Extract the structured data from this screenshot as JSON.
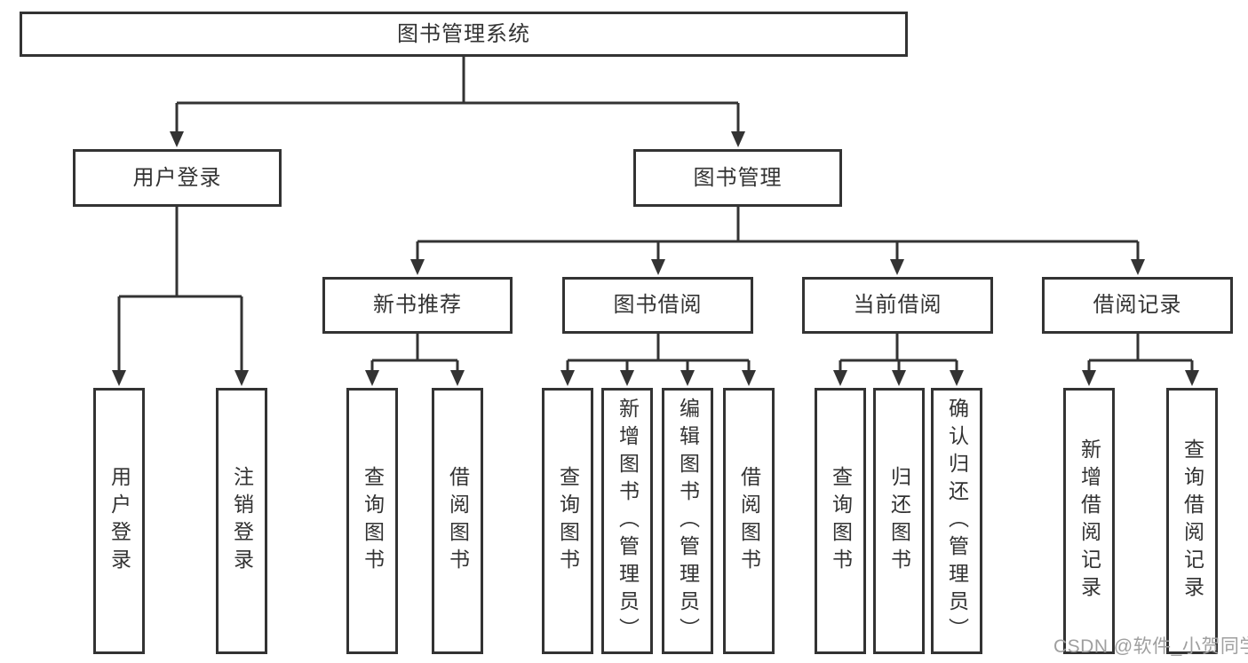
{
  "diagram": {
    "title": "图书管理系统",
    "branches": [
      {
        "label": "用户登录",
        "children": [
          {
            "label": "用户登录"
          },
          {
            "label": "注销登录"
          }
        ]
      },
      {
        "label": "图书管理",
        "children": [
          {
            "label": "新书推荐",
            "children": [
              {
                "label": "查询图书"
              },
              {
                "label": "借阅图书"
              }
            ]
          },
          {
            "label": "图书借阅",
            "children": [
              {
                "label": "查询图书"
              },
              {
                "label": "新增图书（管理员）"
              },
              {
                "label": "编辑图书（管理员）"
              },
              {
                "label": "借阅图书"
              }
            ]
          },
          {
            "label": "当前借阅",
            "children": [
              {
                "label": "查询图书"
              },
              {
                "label": "归还图书"
              },
              {
                "label": "确认归还（管理员）"
              }
            ]
          },
          {
            "label": "借阅记录",
            "children": [
              {
                "label": "新增借阅记录"
              },
              {
                "label": "查询借阅记录"
              }
            ]
          }
        ]
      }
    ]
  },
  "watermark": {
    "text": "CSDN @软件_小贺同学"
  },
  "colors": {
    "line": "#333333",
    "text": "#333333",
    "box_background": "#ffffff",
    "page_background": "#ffffff",
    "watermark": "#9f9f9f"
  }
}
